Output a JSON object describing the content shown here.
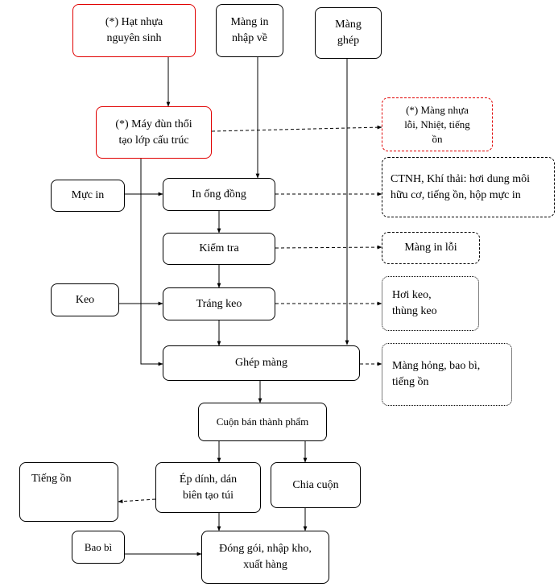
{
  "nodes": {
    "hat_nhua": "(*) Hạt nhựa\nnguyên sinh",
    "mang_in_nhap_ve": "Màng in\nnhập về",
    "mang_ghep": "Màng\nghép",
    "may_dun_thoi": "(*) Máy đùn thổi\ntạo lớp cấu trúc",
    "muc_in": "Mực in",
    "in_ong_dong": "In ống đồng",
    "kiem_tra": "Kiểm tra",
    "keo": "Keo",
    "trang_keo": "Tráng keo",
    "ghep_mang": "Ghép màng",
    "cuon_ban_thanh_pham": "Cuộn bán thành phẩm",
    "ep_dinh": "Ép dính, dán\nbiên tạo túi",
    "chia_cuon": "Chia cuộn",
    "dong_goi": "Đóng gói, nhập kho,\nxuất hàng",
    "bao_bi": "Bao bì"
  },
  "outputs": {
    "mang_nhua_loi": "(*) Màng nhựa\nlỗi, Nhiệt, tiếng\nồn",
    "ctnh": "CTNH, Khí thải: hơi dung môi\nhữu cơ, tiếng ồn, hộp mực in",
    "mang_in_loi": "Màng in lỗi",
    "hoi_keo": "Hơi keo,\nthùng keo",
    "mang_hong": "Màng hỏng, bao bì,\ntiếng ồn",
    "tieng_on": "Tiếng ồn"
  },
  "colors": {
    "highlight_border": "#e00000",
    "line": "#000000"
  }
}
